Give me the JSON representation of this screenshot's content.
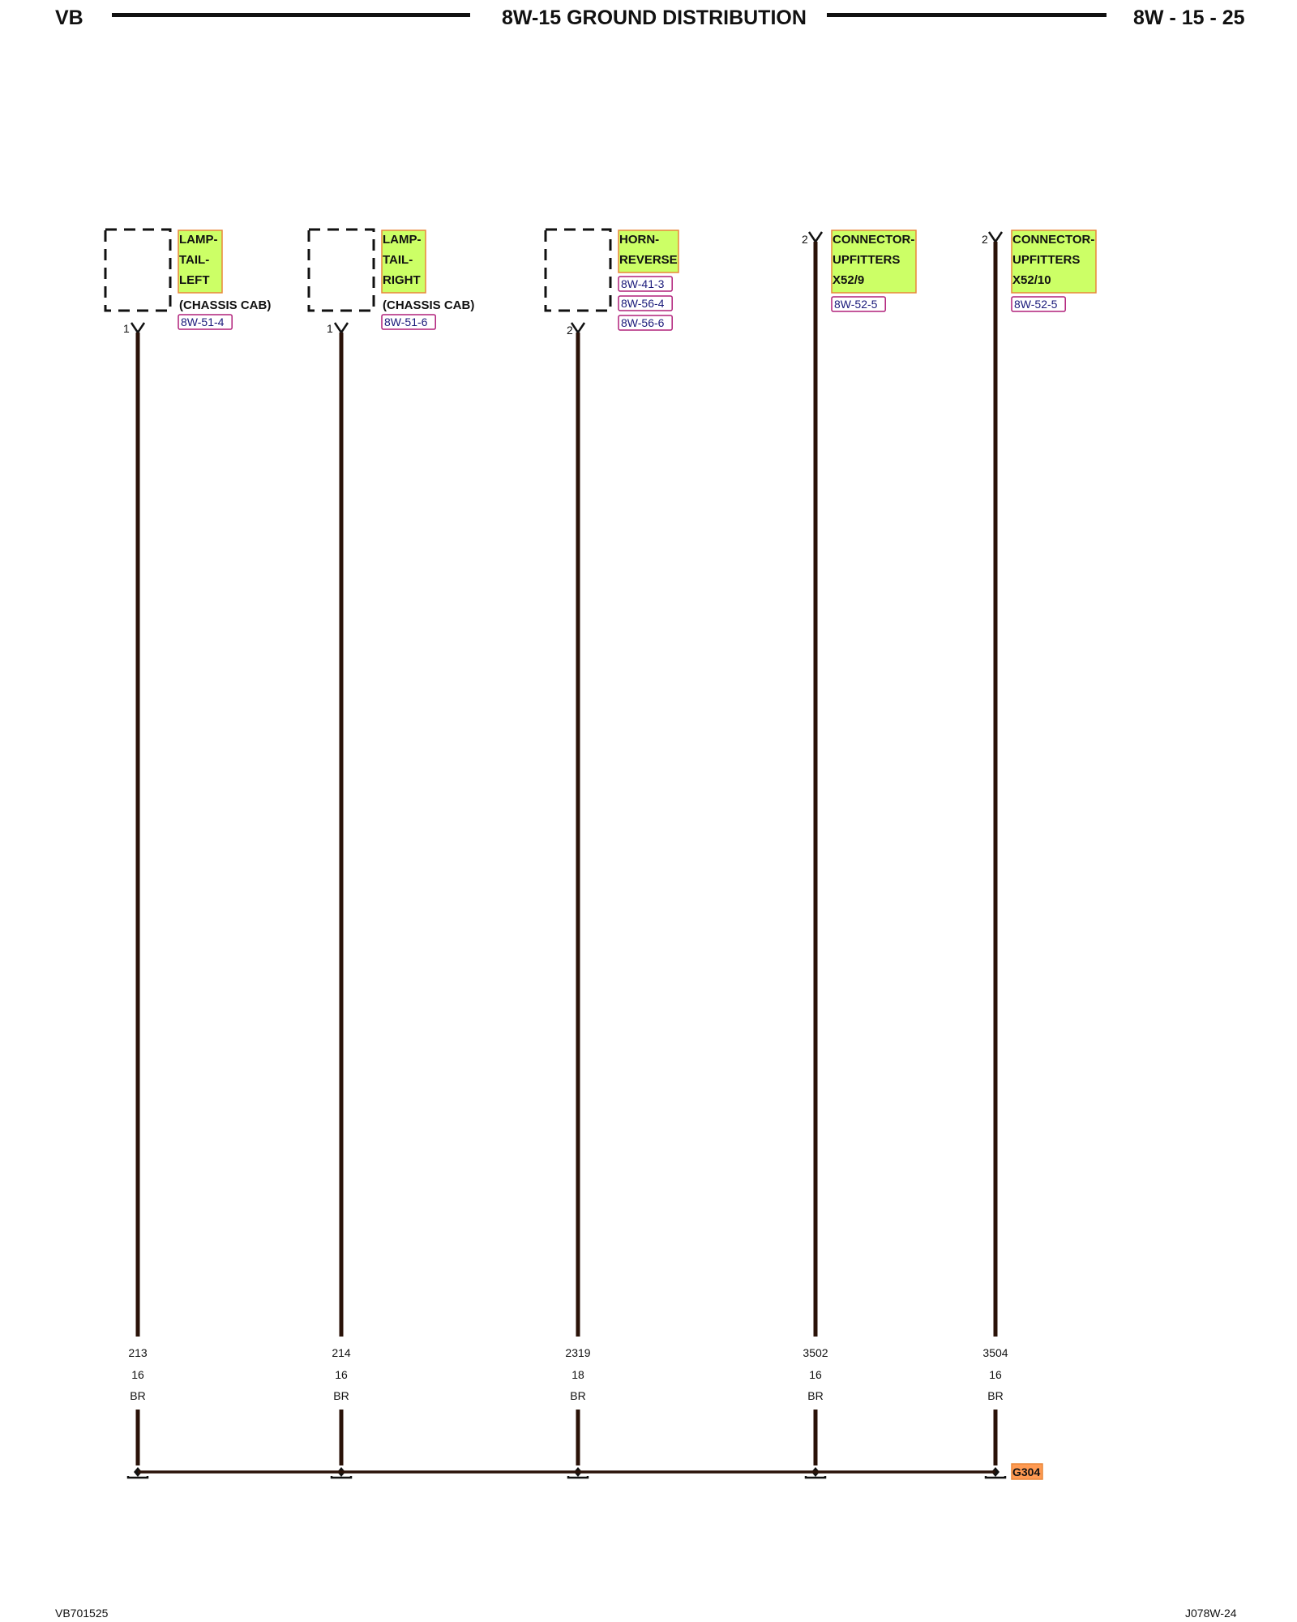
{
  "header": {
    "left": "VB",
    "title": "8W-15 GROUND DISTRIBUTION",
    "page": "8W - 15 - 25"
  },
  "footer": {
    "left": "VB701525",
    "right": "J078W-24"
  },
  "components": [
    {
      "label": [
        "LAMP-",
        "TAIL-",
        "LEFT"
      ],
      "note": "(CHASSIS CAB)",
      "refs": [
        "8W-51-4"
      ],
      "pin": "1",
      "circuit": "213",
      "gauge": "16",
      "color": "BR"
    },
    {
      "label": [
        "LAMP-",
        "TAIL-",
        "RIGHT"
      ],
      "note": "(CHASSIS CAB)",
      "refs": [
        "8W-51-6"
      ],
      "pin": "1",
      "circuit": "214",
      "gauge": "16",
      "color": "BR"
    },
    {
      "label": [
        "HORN-",
        "REVERSE"
      ],
      "note": "",
      "refs": [
        "8W-41-3",
        "8W-56-4",
        "8W-56-6"
      ],
      "pin": "2",
      "circuit": "2319",
      "gauge": "18",
      "color": "BR"
    },
    {
      "label": [
        "CONNECTOR-",
        "UPFITTERS",
        "X52/9"
      ],
      "note": "",
      "refs": [
        "8W-52-5"
      ],
      "pin": "2",
      "circuit": "3502",
      "gauge": "16",
      "color": "BR"
    },
    {
      "label": [
        "CONNECTOR-",
        "UPFITTERS",
        "X52/10"
      ],
      "note": "",
      "refs": [
        "8W-52-5"
      ],
      "pin": "2",
      "circuit": "3504",
      "gauge": "16",
      "color": "BR"
    }
  ],
  "ground": {
    "label": "G304"
  },
  "colors": {
    "wire": "#2a1208",
    "label_fill": "#ccff66",
    "label_border": "#e8873a",
    "ref_border": "#b0207a",
    "ref_text": "#1a1a7a"
  }
}
